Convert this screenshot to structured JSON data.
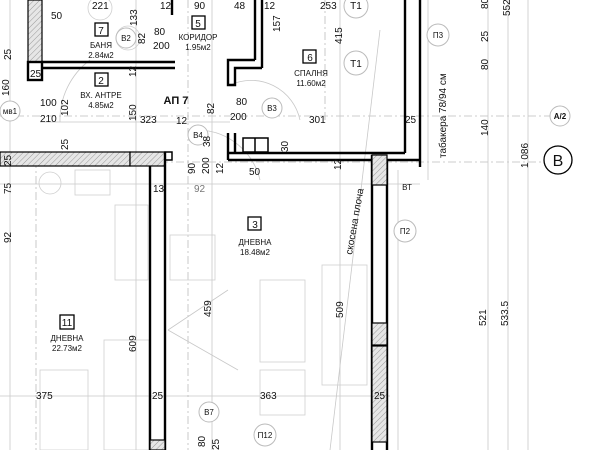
{
  "plan": {
    "apartment": "АП 7",
    "rooms": [
      {
        "no": "7",
        "name": "БАНЯ",
        "area": "2.84м2"
      },
      {
        "no": "5",
        "name": "КОРИДОР",
        "area": "1.95м2"
      },
      {
        "no": "6",
        "name": "СПАЛНЯ",
        "area": "11.60м2"
      },
      {
        "no": "2",
        "name": "ВХ. АНТРЕ",
        "area": "4.85м2"
      },
      {
        "no": "3",
        "name": "ДНЕВНА",
        "area": "18.48м2"
      },
      {
        "no": "11",
        "name": "ДНЕВНА",
        "area": "22.73м2"
      }
    ],
    "tags": [
      "В2",
      "В3",
      "В4",
      "В7",
      "Т1",
      "Т1",
      "П3",
      "П2",
      "П12",
      "мв1",
      "A/2",
      "B",
      "ВТ"
    ],
    "notes": [
      "табакера 78/94 см",
      "скосена плоча"
    ],
    "dims": [
      "221",
      "50",
      "133",
      "82",
      "80",
      "200",
      "12",
      "90",
      "48",
      "12",
      "157",
      "253",
      "415",
      "80",
      "552",
      "25",
      "80",
      "140",
      "1 086",
      "12",
      "25",
      "301",
      "30",
      "50",
      "12",
      "200",
      "90",
      "92",
      "13",
      "38",
      "12",
      "200",
      "80",
      "82",
      "323",
      "150",
      "12",
      "25",
      "25",
      "160",
      "100",
      "210",
      "102",
      "25",
      "25",
      "75",
      "92",
      "609",
      "375",
      "25",
      "459",
      "363",
      "509",
      "25",
      "521",
      "533.5",
      "80",
      "25"
    ]
  }
}
